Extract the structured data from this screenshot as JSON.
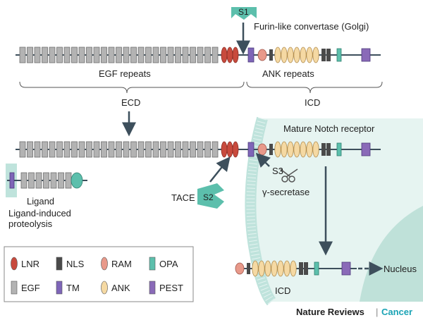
{
  "colors": {
    "lnr": "#c84a3d",
    "egf": "#b3b3b3",
    "nls": "#4a4a4a",
    "ram": "#e8998a",
    "ank": "#f5d9a3",
    "opa": "#5cbfac",
    "tm": "#7e65b8",
    "pest": "#8a6ab8",
    "membrane": "#bfe3dc",
    "cell": "#e6f4f1",
    "nucleus": "#bfe1d9",
    "protease": "#5cbfac",
    "arrow": "#3d4f5c"
  },
  "labels": {
    "s1": "S1",
    "s2": "S2",
    "s3": "S3",
    "furin": "Furin-like convertase (Golgi)",
    "egf_repeats": "EGF repeats",
    "ank_repeats": "ANK repeats",
    "ecd": "ECD",
    "icd_top": "ICD",
    "mature": "Mature Notch receptor",
    "tace": "TACE",
    "gamma_secretase": "γ-secretase",
    "ligand": "Ligand",
    "ligand_proteolysis": "Ligand-induced\nproteolysis",
    "icd_bottom": "ICD",
    "nucleus": "Nucleus"
  },
  "legend": [
    {
      "key": "lnr",
      "label": "LNR",
      "icon": "oval"
    },
    {
      "key": "nls",
      "label": "NLS",
      "icon": "rect"
    },
    {
      "key": "ram",
      "label": "RAM",
      "icon": "oval"
    },
    {
      "key": "opa",
      "label": "OPA",
      "icon": "rect"
    },
    {
      "key": "egf",
      "label": "EGF",
      "icon": "rect"
    },
    {
      "key": "tm",
      "label": "TM",
      "icon": "rect"
    },
    {
      "key": "ank",
      "label": "ANK",
      "icon": "oval"
    },
    {
      "key": "pest",
      "label": "PEST",
      "icon": "rect"
    }
  ],
  "brand": {
    "journal": "Nature Reviews",
    "separator": "|",
    "section": "Cancer"
  }
}
